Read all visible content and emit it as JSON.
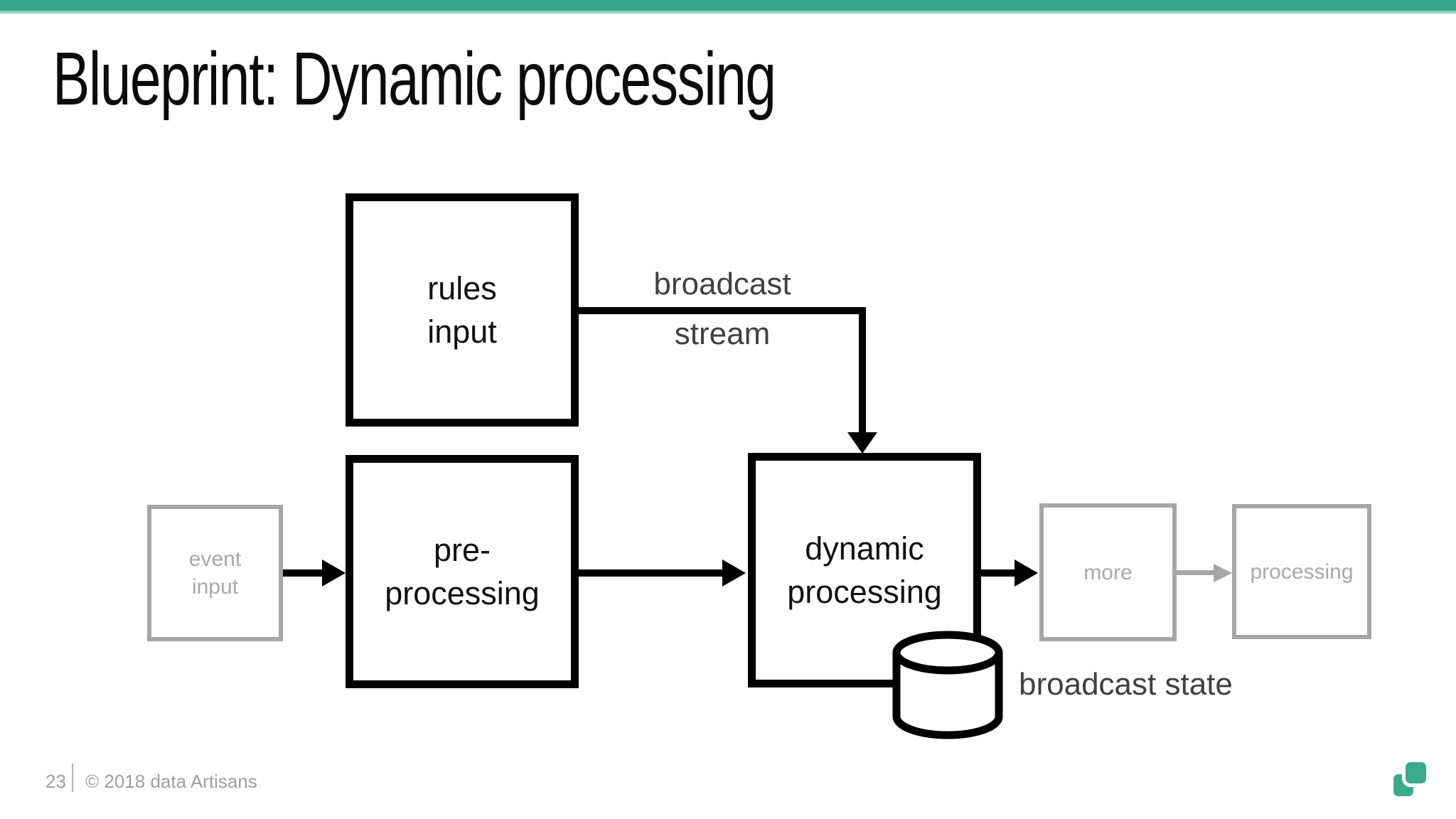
{
  "slide": {
    "title": "Blueprint: Dynamic processing",
    "accent_color": "#36A58B",
    "footer": {
      "page_number": "23",
      "copyright": "© 2018 data Artisans"
    }
  },
  "diagram": {
    "boxes": {
      "rules_input": {
        "line1": "rules",
        "line2": "input",
        "style": "active"
      },
      "pre_processing": {
        "line1": "pre-",
        "line2": "processing",
        "style": "active"
      },
      "dynamic_processing": {
        "line1": "dynamic",
        "line2": "processing",
        "style": "active"
      },
      "event_input": {
        "line1": "event",
        "line2": "input",
        "style": "inactive"
      },
      "more": {
        "label": "more",
        "style": "inactive"
      },
      "processing": {
        "label": "processing",
        "style": "inactive"
      }
    },
    "labels": {
      "broadcast_stream": {
        "line1": "broadcast",
        "line2": "stream"
      },
      "broadcast_state": {
        "line1": "broadcast",
        "line2": "state"
      }
    },
    "edges": [
      {
        "from": "event_input",
        "to": "pre_processing",
        "style": "black"
      },
      {
        "from": "pre_processing",
        "to": "dynamic_processing",
        "style": "black"
      },
      {
        "from": "rules_input",
        "to": "dynamic_processing",
        "style": "black",
        "label": "broadcast stream"
      },
      {
        "from": "dynamic_processing",
        "to": "more",
        "style": "black"
      },
      {
        "from": "more",
        "to": "processing",
        "style": "gray"
      }
    ],
    "colors": {
      "active_stroke": "#000000",
      "inactive_stroke": "#A6A6A6",
      "label_text": "#404040"
    }
  }
}
